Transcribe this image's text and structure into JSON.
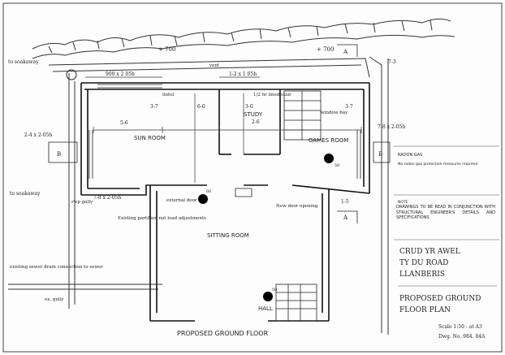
{
  "plan": {
    "rooms": {
      "sun_room": "SUN ROOM",
      "study": "STUDY",
      "games_room": "GAMES ROOM",
      "sitting_room": "SITTING ROOM",
      "hall": "HALL"
    },
    "drawing_title": "PROPOSED GROUND FLOOR",
    "dimensions": {
      "d700_left": "+ 700",
      "d700_right": "+ 700",
      "d900": "900 x 2 05h",
      "d12": "1-2 x 1 05h",
      "d37_left": "3-7",
      "d60": "6-0",
      "d30": "3-0",
      "d26": "2-6",
      "d37_right": "3-7",
      "d56": "5-6",
      "d24": "2-4 x 2-05h",
      "d78_right": "7-8 x 2-05h",
      "d78_left": "7-8 x 2-05h",
      "d15": "1-5",
      "d73": "7-3"
    },
    "annotations": {
      "soakaway_top": "to soakaway",
      "soakaway_left": "to soakaway",
      "existing_sewer": "existing sewer drain connection to sewer",
      "gully": "rwp gully",
      "ex_gully": "ex. gully",
      "existing_partition": "Existing partition not load adjustments",
      "external_door": "external door",
      "new_door": "New door opening",
      "window_bay": "window bay",
      "vent": "vent",
      "box_stair": "1/2 hr lined stair",
      "lintel": "lintel",
      "section_a_top": "A",
      "section_a_bot": "A",
      "section_b_left": "B",
      "section_b_right": "B",
      "marker_56": "56",
      "marker_60": "60",
      "marker_50": "50"
    }
  },
  "notes": {
    "radon_heading": "RADON GAS",
    "radon_text": "No radon gas protection measures required",
    "note_heading": "NOTE",
    "note_text": "DRAWINGS TO BE READ IN CONJUNCTION WITH STRUCTURAL ENGINEER'S DETAILS AND SPECIFICATIONS"
  },
  "title_block": {
    "line1": "CRUD YR AWEL",
    "line2": "TY DU ROAD",
    "line3": "LLANBERIS",
    "title1": "PROPOSED GROUND",
    "title2": "FLOOR PLAN",
    "scale": "Scale 1:50 - at A3",
    "dwg": "Dwg. No. 984. 04A"
  }
}
